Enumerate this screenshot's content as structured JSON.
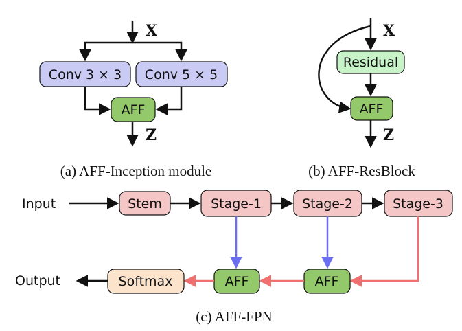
{
  "colors": {
    "conv_fill": "#c9cbf5",
    "aff_fill": "#93c96a",
    "residual_fill": "#c8f2c8",
    "stage_fill": "#f4c6c6",
    "softmax_fill": "#fbe3cc",
    "stroke": "#111111",
    "blue_arrow": "#6b6ef0",
    "red_arrow": "#f07070"
  },
  "panel_a": {
    "input_var": "X",
    "conv3_label": "Conv 3 × 3",
    "conv5_label": "Conv 5 × 5",
    "aff_label": "AFF",
    "output_var": "Z",
    "caption": "(a) AFF-Inception module"
  },
  "panel_b": {
    "input_var": "X",
    "residual_label": "Residual",
    "aff_label": "AFF",
    "output_var": "Z",
    "caption": "(b) AFF-ResBlock"
  },
  "panel_c": {
    "input_label": "Input",
    "stem_label": "Stem",
    "stage1_label": "Stage-1",
    "stage2_label": "Stage-2",
    "stage3_label": "Stage-3",
    "aff1_label": "AFF",
    "aff2_label": "AFF",
    "softmax_label": "Softmax",
    "output_label": "Output",
    "caption": "(c) AFF-FPN"
  }
}
